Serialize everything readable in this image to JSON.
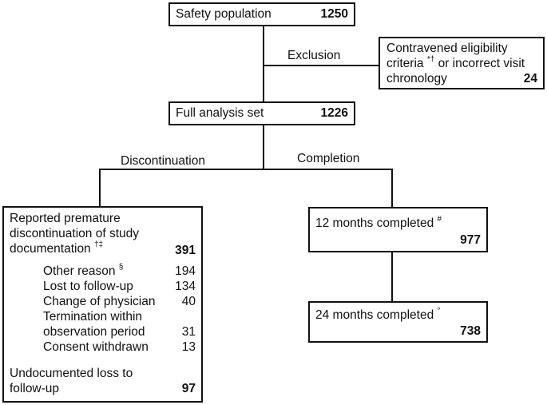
{
  "safety": {
    "label": "Safety population",
    "count": "1250"
  },
  "exclusion": {
    "edge_label": "Exclusion",
    "line1": "Contravened eligibility",
    "line2_text": "criteria ",
    "line2_sup": "*†",
    "line2_rest": " or incorrect visit",
    "line3": "chronology",
    "count": "24"
  },
  "fas": {
    "label": "Full analysis set",
    "count": "1226"
  },
  "branches": {
    "discontinuation": "Discontinuation",
    "completion": "Completion"
  },
  "discontinuation": {
    "line1": "Reported premature",
    "line2": "discontinuation of study",
    "line3": "documentation ",
    "line3_sup": "†‡",
    "count": "391",
    "reasons": [
      {
        "label": "Other reason ",
        "sup": "§",
        "value": "194"
      },
      {
        "label": "Lost to follow-up",
        "value": "134"
      },
      {
        "label": "Change of physician",
        "value": "40"
      },
      {
        "label": "Termination within",
        "label2": "observation period",
        "value": "31"
      },
      {
        "label": "Consent withdrawn",
        "value": "13"
      }
    ],
    "undoc_line1": "Undocumented loss to",
    "undoc_line2": "follow-up",
    "undoc_count": "97"
  },
  "m12": {
    "label": "12 months completed ",
    "sup": "#",
    "count": "977"
  },
  "m24": {
    "label": "24 months completed ",
    "sup": "°",
    "count": "738"
  }
}
